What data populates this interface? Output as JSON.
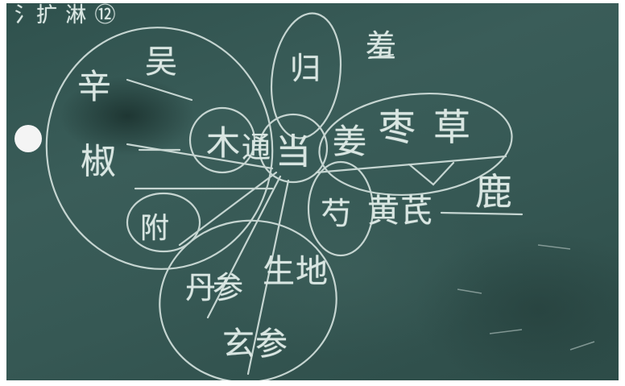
{
  "board": {
    "top_fragment": "氵扩 淋 ⑫",
    "labels": {
      "xin": "辛",
      "wu": "吴",
      "jiao": "椒",
      "mu": "木",
      "tong": "通",
      "dang": "当",
      "gui": "归",
      "gan": "姜",
      "zao": "枣",
      "cao": "草",
      "fu": "附",
      "shao": "芍",
      "huang": "黄芪",
      "lu": "鹿",
      "dan": "丹",
      "shen": "参",
      "shengdi": "生地",
      "xuan": "玄参",
      "top_right": "羞"
    }
  },
  "colors": {
    "chalk": "#d9e6e2",
    "board": "#365854"
  }
}
